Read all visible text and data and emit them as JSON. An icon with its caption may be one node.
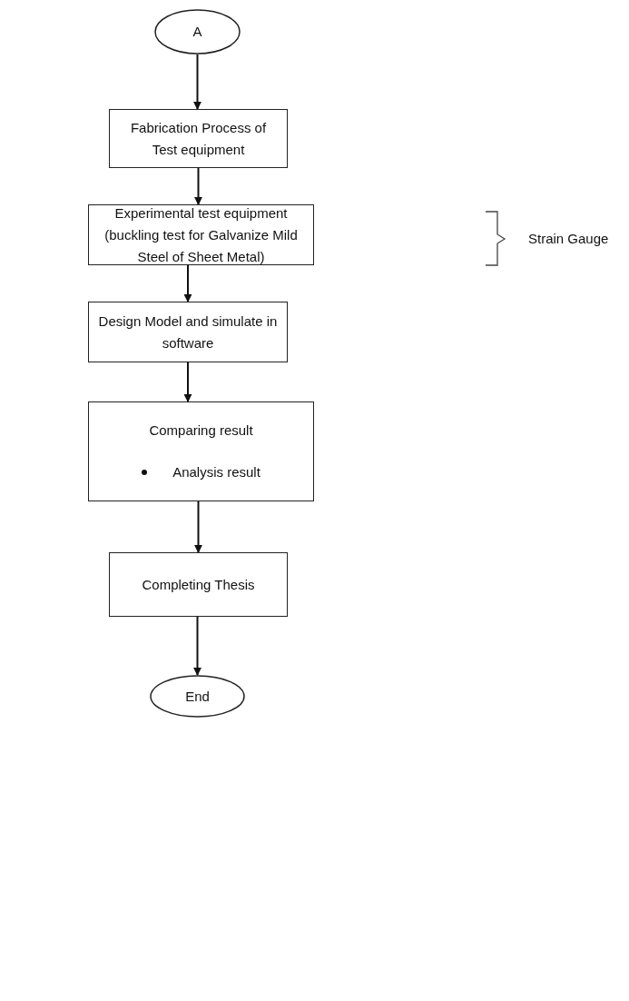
{
  "diagram": {
    "nodes": [
      {
        "text": [
          "A"
        ]
      },
      {
        "text": [
          "Fabrication Process of Test equipment"
        ]
      },
      {
        "text": [
          "Experimental test equipment (buckling test for Galvanize Mild Steel of Sheet Metal)"
        ]
      },
      {
        "text": [
          "Design Model and simulate in software"
        ]
      },
      {
        "text": [
          "Comparing result",
          "Analysis result"
        ]
      },
      {
        "text": [
          "Completing Thesis"
        ]
      },
      {
        "text": [
          "End"
        ]
      }
    ],
    "edges": [
      {
        "from": 0,
        "to": 1,
        "arrow": "to"
      },
      {
        "from": 1,
        "to": 2,
        "arrow": "to"
      },
      {
        "from": 2,
        "to": 3,
        "arrow": "to"
      },
      {
        "from": 3,
        "to": 4,
        "arrow": "to"
      },
      {
        "from": 4,
        "to": 5,
        "arrow": "to"
      },
      {
        "from": 5,
        "to": 6,
        "arrow": "to"
      }
    ],
    "labels": [
      "Strain Gauge"
    ]
  }
}
